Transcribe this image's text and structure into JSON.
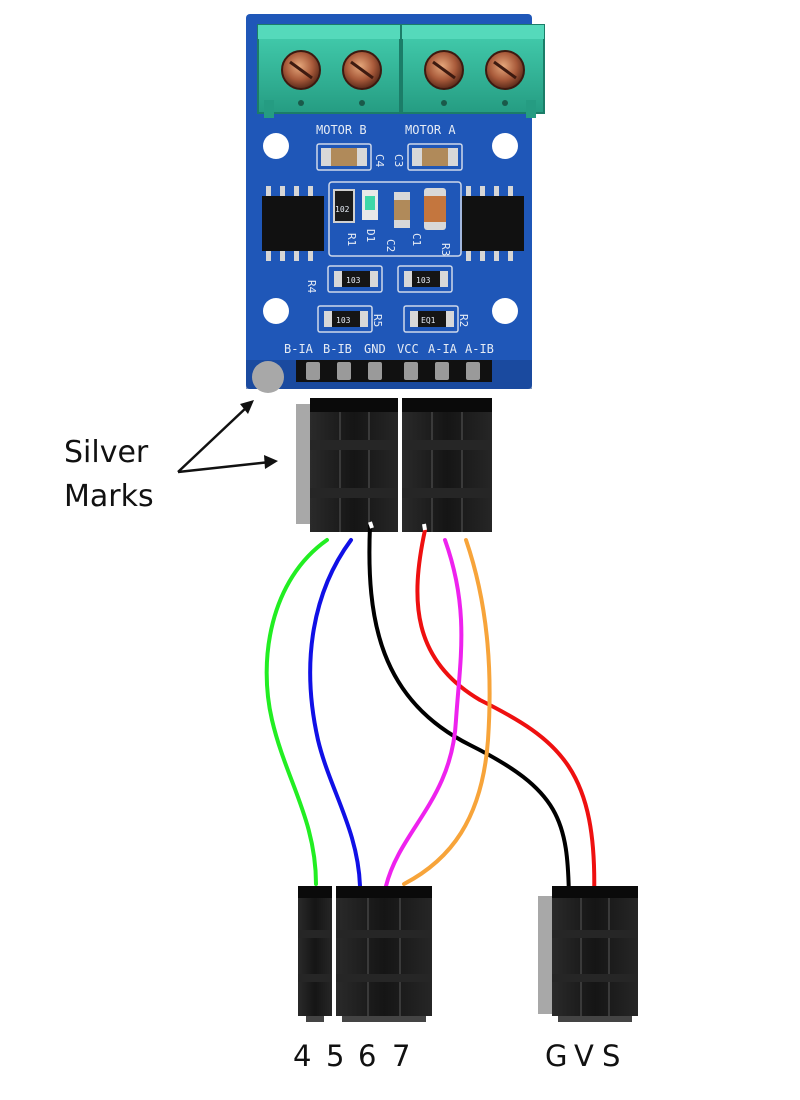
{
  "board": {
    "terminal_labels": [
      "MOTOR B",
      "MOTOR A"
    ],
    "component_labels": {
      "c4": "C4",
      "c3": "C3",
      "c2": "C2",
      "c1": "C1",
      "d1": "D1",
      "r1": "R1",
      "r2": "R2",
      "r3": "R3",
      "r4": "R4",
      "r5": "R5",
      "res_top": "102",
      "res_r4": "103",
      "res_r3": "103",
      "res_r5": "103",
      "res_r2": "EQ1"
    },
    "header_pins": [
      "B-IA",
      "B-IB",
      "GND",
      "VCC",
      "A-IA",
      "A-IB"
    ]
  },
  "callout": {
    "line1": "Silver",
    "line2": "Marks"
  },
  "bottom_labels": {
    "left": [
      "4",
      "5",
      "6",
      "7"
    ],
    "right": [
      "G",
      "V",
      "S"
    ]
  },
  "colors": {
    "pcb": "#1f57b8",
    "pcb_dark": "#163f8a",
    "terminal": "#2fb89a",
    "connector": "#1a1a1a",
    "silver_mark": "#a8a8a8",
    "wire_green": "#22ee22",
    "wire_blue": "#1010e6",
    "wire_black": "#000000",
    "wire_red": "#ee1010",
    "wire_magenta": "#ee22ee",
    "wire_orange": "#f7a43a"
  },
  "wires": [
    {
      "name": "wire-green",
      "color_key": "wire_green"
    },
    {
      "name": "wire-blue",
      "color_key": "wire_blue"
    },
    {
      "name": "wire-black",
      "color_key": "wire_black"
    },
    {
      "name": "wire-red",
      "color_key": "wire_red"
    },
    {
      "name": "wire-magenta",
      "color_key": "wire_magenta"
    },
    {
      "name": "wire-orange",
      "color_key": "wire_orange"
    }
  ]
}
